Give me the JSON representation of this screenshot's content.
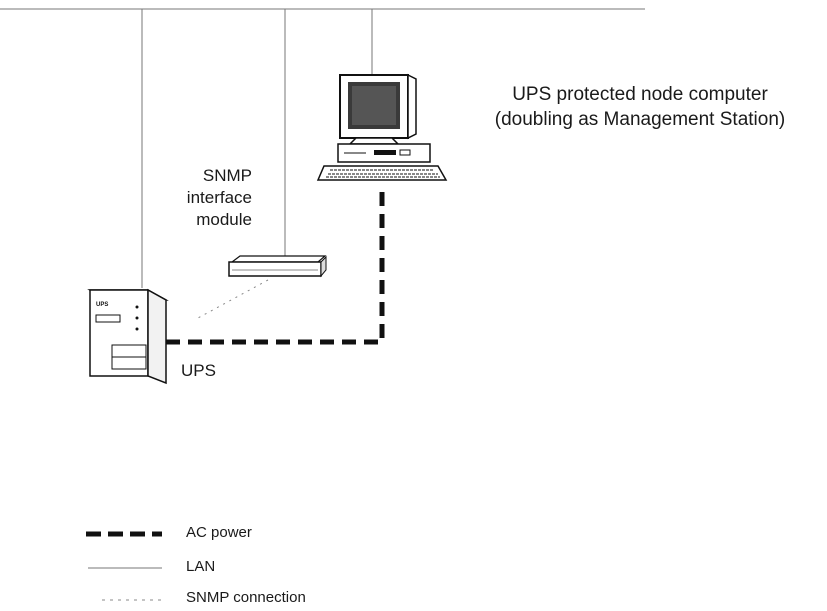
{
  "diagram": {
    "computer_label_line1": "UPS protected node computer",
    "computer_label_line2": "(doubling as Management Station)",
    "snmp_label_line1": "SNMP",
    "snmp_label_line2": "interface",
    "snmp_label_line3": "module",
    "ups_label": "UPS",
    "ups_front_text": "UPS"
  },
  "legend": {
    "ac_power": "AC power",
    "lan": "LAN",
    "snmp_connection": "SNMP connection"
  }
}
